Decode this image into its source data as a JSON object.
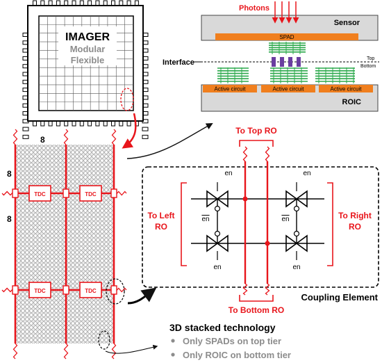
{
  "chip": {
    "title": "IMAGER",
    "subtitle1": "Modular",
    "subtitle2": "Flexible"
  },
  "stack": {
    "photons": "Photons",
    "sensor": "Sensor",
    "spad": "SPAD",
    "interface": "Interface",
    "top": "Top",
    "bottom": "Bottom",
    "active": [
      "Active circuit",
      "Active circuit",
      "Active circuit"
    ],
    "roic": "ROIC"
  },
  "array": {
    "dim_top": "8",
    "dim_left1": "8",
    "dim_left2": "8",
    "tdc": [
      "TDC",
      "TDC",
      "TDC",
      "TDC"
    ]
  },
  "coupling": {
    "to_top": "To Top RO",
    "to_bottom": "To Bottom RO",
    "to_left_1": "To Left",
    "to_left_2": "RO",
    "to_right_1": "To Right",
    "to_right_2": "RO",
    "en": "en",
    "en_bar": "en",
    "title": "Coupling Element"
  },
  "notes": {
    "title": "3D stacked technology",
    "items": [
      "Only SPADs on top tier",
      "Only ROIC on bottom tier"
    ]
  },
  "colors": {
    "red": "#e8151b",
    "orange": "#f07f1e",
    "green": "#2aa84a",
    "purple": "#6a3ea0",
    "gray_box": "#d9d9d9",
    "gray_text": "#8c8c8c"
  }
}
